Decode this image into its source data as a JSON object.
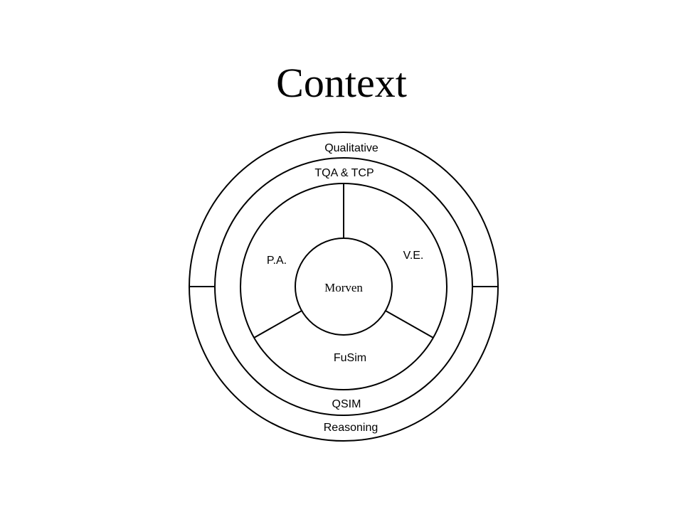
{
  "title": "Context",
  "diagram": {
    "outer_ring_top": "Qualitative",
    "outer_ring_bottom": "Reasoning",
    "middle_ring_top": "TQA & TCP",
    "middle_ring_bottom": "QSIM",
    "segment_left": "P.A.",
    "segment_right": "V.E.",
    "segment_bottom": "FuSim",
    "center": "Morven"
  }
}
